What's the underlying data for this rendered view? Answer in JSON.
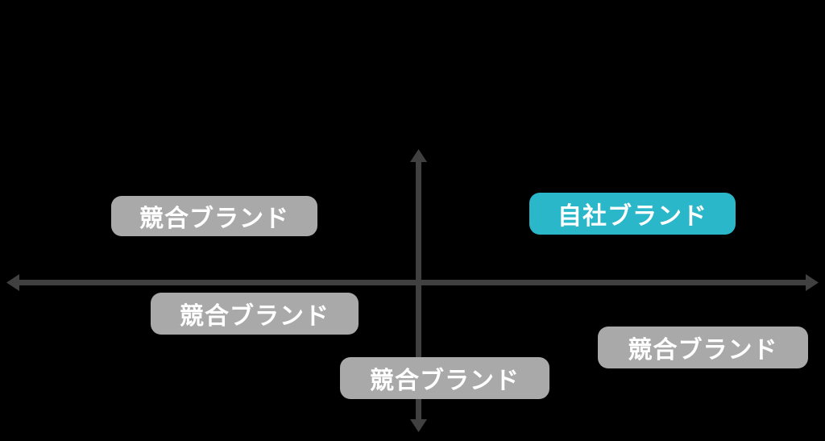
{
  "diagram": {
    "type": "brand-positioning-map",
    "background_color": "#000000",
    "axis_color": "#404040",
    "axis_titles_visible": false
  },
  "brand_labels": [
    {
      "text": "競合ブランド",
      "meaning": "competitor brand",
      "position": "upper-left-quadrant",
      "bg_color": "#a9a9a9",
      "text_color": "#ffffff"
    },
    {
      "text": "自社ブランド",
      "meaning": "own brand",
      "position": "upper-right-quadrant",
      "bg_color": "#29b7c9",
      "text_color": "#ffffff"
    },
    {
      "text": "競合ブランド",
      "meaning": "competitor brand",
      "position": "lower-left-quadrant",
      "bg_color": "#a9a9a9",
      "text_color": "#ffffff"
    },
    {
      "text": "競合ブランド",
      "meaning": "competitor brand",
      "position": "lower-center-quadrant",
      "bg_color": "#a9a9a9",
      "text_color": "#ffffff"
    },
    {
      "text": "競合ブランド",
      "meaning": "competitor brand",
      "position": "lower-right-quadrant",
      "bg_color": "#a9a9a9",
      "text_color": "#ffffff"
    }
  ]
}
